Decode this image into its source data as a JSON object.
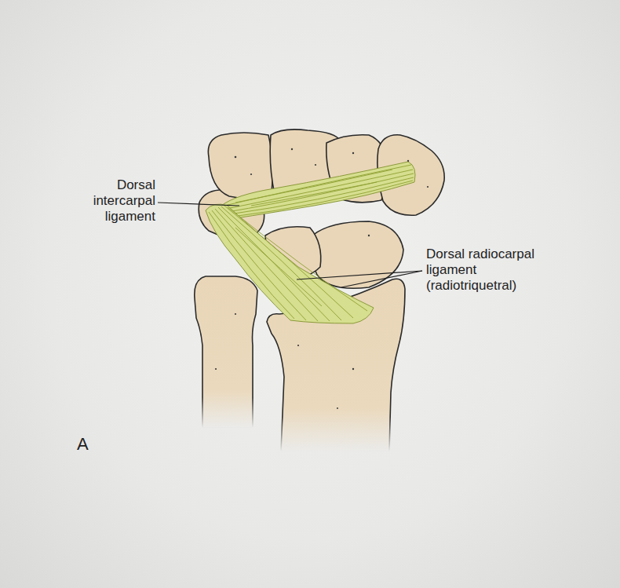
{
  "diagram": {
    "labels": [
      "Dorsal intercarpal ligament",
      "Dorsal radiocarpal ligament (radiotriquetral)",
      "A"
    ]
  }
}
